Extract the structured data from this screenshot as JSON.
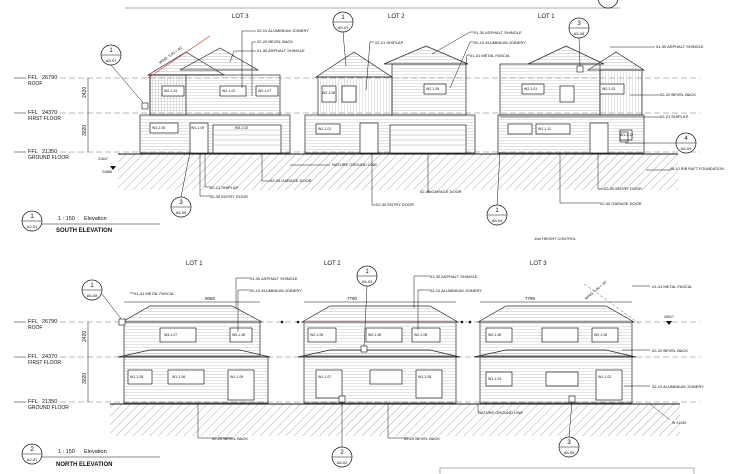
{
  "south": {
    "lots": [
      "LOT 3",
      "LOT 2",
      "LOT 1"
    ],
    "levels": [
      {
        "name": "FFL",
        "value": "26790",
        "label": "ROOF"
      },
      {
        "name": "FFL",
        "value": "24370",
        "label": "FIRST FLOOR"
      },
      {
        "name": "FFL",
        "value": "21350",
        "label": "GROUND FLOOR"
      }
    ],
    "dims": [
      "2420",
      "3020"
    ],
    "callouts": [
      {
        "num": "1",
        "ref": "A5-07"
      },
      {
        "num": "1",
        "ref": "A5-03"
      },
      {
        "num": "3",
        "ref": "A5-08"
      },
      {
        "num": "3",
        "ref": "A5-06"
      },
      {
        "num": "1",
        "ref": "A5-04"
      },
      {
        "num": "4",
        "ref": "A5-09"
      }
    ],
    "notes": [
      "02-10 ALUMINIUM JOINERY",
      "02-20 BEVEL BACK",
      "01-30 ASPHALT SHINGLE",
      "02-21 SHIPLAP",
      "02-10 ALUMINIUM JOINERY",
      "01-30 ASPHALT SHINGLE",
      "01-41 METAL FASCIA",
      "01-30 ASPHALT SHINGLE",
      "02-20 BEVEL BACK",
      "02-21 SHIPLAP",
      "NATURE GROUND LINE",
      "02-40 GARAGE DOOR",
      "02-21 SHIPLAP",
      "02-30 ENTRY DOOR",
      "02-40 GARAGE DOOR",
      "02-30 ENTRY DOOR",
      "02-30 ENTRY DOOR",
      "02-40 GARAGE DOOR",
      "08-10 RIB RAFT FOUNDATION"
    ],
    "windows": [
      "W2-1.03",
      "W2-1.02",
      "W2-1.07",
      "W2-1.06",
      "W2-1.05",
      "W2-1.01",
      "W2-1.02",
      "W1-1.06",
      "W1-1.09",
      "W3-1.02",
      "W1-1.01",
      "W1-1.11",
      "W1-1.12"
    ],
    "spot_levels": [
      "21647",
      "21686"
    ],
    "angle_note": "WIND. 5.00 + 45°",
    "title": {
      "num": "1",
      "sheet": "A2-01",
      "scale": "1 : 150",
      "type": "Elevation",
      "name": "SOUTH ELEVATION"
    },
    "height_note": "11m HEIGHT CONTROL"
  },
  "north": {
    "lots": [
      "LOT 1",
      "LOT 2",
      "LOT 3"
    ],
    "levels": [
      {
        "name": "FFL",
        "value": "26790",
        "label": "ROOF"
      },
      {
        "name": "FFL",
        "value": "24370",
        "label": "FIRST FLOOR"
      },
      {
        "name": "FFL",
        "value": "21350",
        "label": "GROUND FLOOR"
      }
    ],
    "dims": [
      "2420",
      "3020"
    ],
    "widths": [
      "9050",
      "7790",
      "7790"
    ],
    "callouts": [
      {
        "num": "1",
        "ref": "A5-08"
      },
      {
        "num": "1",
        "ref": "A5-03"
      },
      {
        "num": "2",
        "ref": "A5-02"
      },
      {
        "num": "3",
        "ref": "A5-05"
      }
    ],
    "notes": [
      "01-41 METAL FASCIA",
      "01-30 ASPHALT SHINGLE",
      "02-10 ALUMINIUM JOINERY",
      "01-30 ASPHALT SHINGLE",
      "02-10 ALUMINIUM JOINERY",
      "01-41 METAL FASCIA",
      "02-20 BEVEL BACK",
      "02-10 ALUMINIUM JOINERY",
      "NATURE GROUND LINE",
      "02-20 BEVEL BACK",
      "02-20 BEVEL BACK"
    ],
    "windows": [
      "W3-1.07",
      "W3-1.08",
      "W2-1.06",
      "W2-1.08",
      "W2-1.08",
      "W2-1.08",
      "W2-1.06",
      "W1-1.08",
      "W1-1.06",
      "W1-1.09",
      "W1-1.07",
      "W1-1.08",
      "W1-1.03",
      "W1-1.02"
    ],
    "spot_levels": [
      "26917",
      "W 21040"
    ],
    "angle_note": "WIND. 5.00 + 45°",
    "title": {
      "num": "2",
      "sheet": "A2-01",
      "scale": "1 : 150",
      "type": "Elevation",
      "name": "NORTH ELEVATION"
    }
  }
}
